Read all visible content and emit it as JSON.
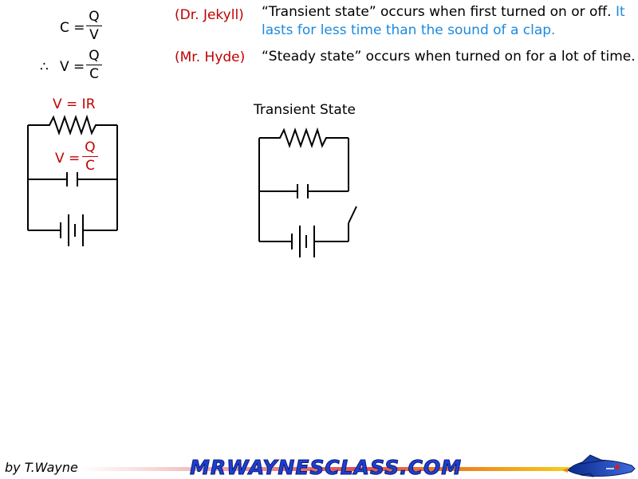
{
  "equations": {
    "cap_lhs": "C =",
    "cap_num": "Q",
    "cap_den": "V",
    "therefore": "∴",
    "volt_lhs": "V =",
    "volt_num": "Q",
    "volt_den": "C"
  },
  "notes": {
    "jekyll_label": "(Dr. Jekyll)",
    "transient_text_1": "“Transient state” occurs when first turned on or off.",
    "transient_text_blue_1": "It",
    "transient_text_blue_2": "lasts for less time than the sound of a clap.",
    "hyde_label": "(Mr. Hyde)",
    "steady_text": "“Steady state” occurs when turned on for a lot of time."
  },
  "left_circuit": {
    "resistor_eq": "V = IR",
    "cap_eq_lhs": "V =",
    "cap_eq_num": "Q",
    "cap_eq_den": "C"
  },
  "right_circuit": {
    "title": "Transient State"
  },
  "footer": {
    "author": "by T.Wayne",
    "brand": "MRWAYNESCLASS.COM"
  },
  "colors": {
    "red": "#c00000",
    "blue": "#1a8ae0",
    "brand": "#1e3fd1"
  }
}
